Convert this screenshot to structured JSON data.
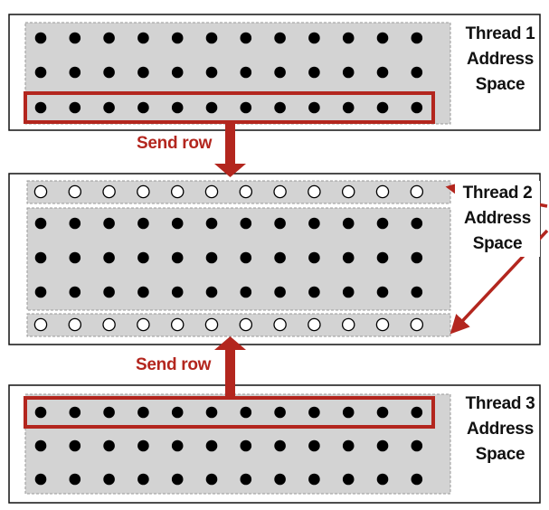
{
  "threads": [
    {
      "name": "Thread 1",
      "label_line1": "Address",
      "label_line2": "Space"
    },
    {
      "name": "Thread 2",
      "label_line1": "Address",
      "label_line2": "Space"
    },
    {
      "name": "Thread 3",
      "label_line1": "Address",
      "label_line2": "Space"
    }
  ],
  "send_label_top": "Send row",
  "send_label_bottom": "Send row",
  "colors": {
    "accent": "#b3261e",
    "grid_fill": "#d3d3d3",
    "grid_border": "#999999",
    "dot_filled": "#000000",
    "dot_empty": "#ffffff",
    "frame": "#111111"
  },
  "grid": {
    "columns": 12,
    "thread1_rows": 3,
    "thread2_ghost_rows": 2,
    "thread2_interior_rows": 3,
    "thread3_rows": 3
  }
}
